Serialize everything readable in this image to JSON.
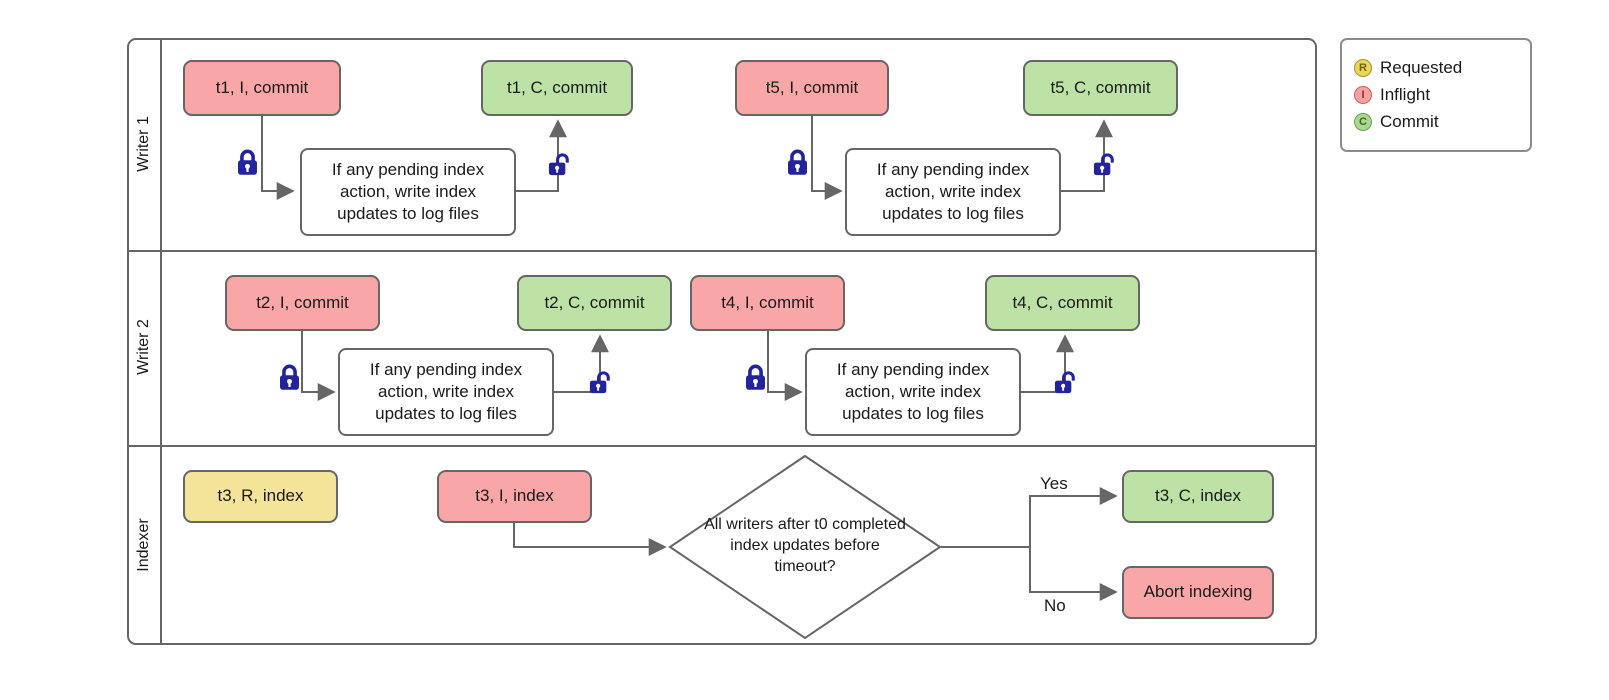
{
  "lanes": {
    "writer1": "Writer 1",
    "writer2": "Writer 2",
    "indexer": "Indexer"
  },
  "process_note": "If any pending index action, write index updates to log files",
  "nodes": {
    "t1_inflight": "t1, I, commit",
    "t1_commit": "t1, C, commit",
    "t5_inflight": "t5, I, commit",
    "t5_commit": "t5, C, commit",
    "t2_inflight": "t2, I, commit",
    "t2_commit": "t2, C, commit",
    "t4_inflight": "t4, I, commit",
    "t4_commit": "t4, C, commit",
    "t3_requested": "t3, R, index",
    "t3_inflight": "t3, I, index",
    "t3_commit": "t3, C, index",
    "abort": "Abort indexing"
  },
  "decision": {
    "text": "All writers after t0 completed index updates before timeout?"
  },
  "branch_labels": {
    "yes": "Yes",
    "no": "No"
  },
  "legend": {
    "items": [
      {
        "symbol": "R",
        "label": "Requested"
      },
      {
        "symbol": "I",
        "label": "Inflight"
      },
      {
        "symbol": "C",
        "label": "Commit"
      }
    ]
  },
  "colors": {
    "inflight": "#f9a6a6",
    "commit": "#bce2a6",
    "requested": "#f4e49a",
    "lock": "#23239c",
    "line": "#666666"
  }
}
